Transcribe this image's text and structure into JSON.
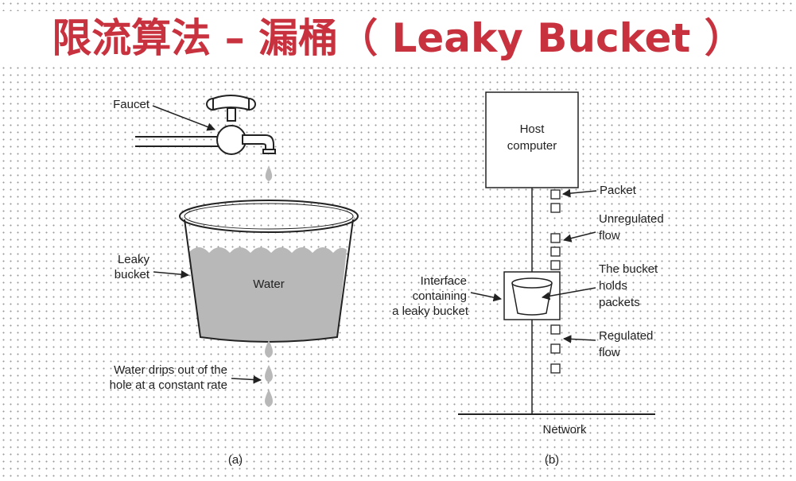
{
  "title": "限流算法 – 漏桶（ Leaky Bucket ）",
  "colors": {
    "title": "#c8323f",
    "water": "#b8b8b8",
    "line": "#222222"
  },
  "fig_a": {
    "faucet_label": "Faucet",
    "leaky_bucket_label": [
      "Leaky",
      "bucket"
    ],
    "water_label": "Water",
    "drips_label": [
      "Water drips out of the",
      "hole at a constant rate"
    ],
    "caption": "(a)"
  },
  "fig_b": {
    "host_label": [
      "Host",
      "computer"
    ],
    "packet_label": "Packet",
    "unregulated_label": [
      "Unregulated",
      "flow"
    ],
    "bucket_holds_label": [
      "The bucket",
      "holds",
      "packets"
    ],
    "interface_label": [
      "Interface",
      "containing",
      "a leaky bucket"
    ],
    "regulated_label": [
      "Regulated",
      "flow"
    ],
    "network_label": "Network",
    "caption": "(b)"
  }
}
